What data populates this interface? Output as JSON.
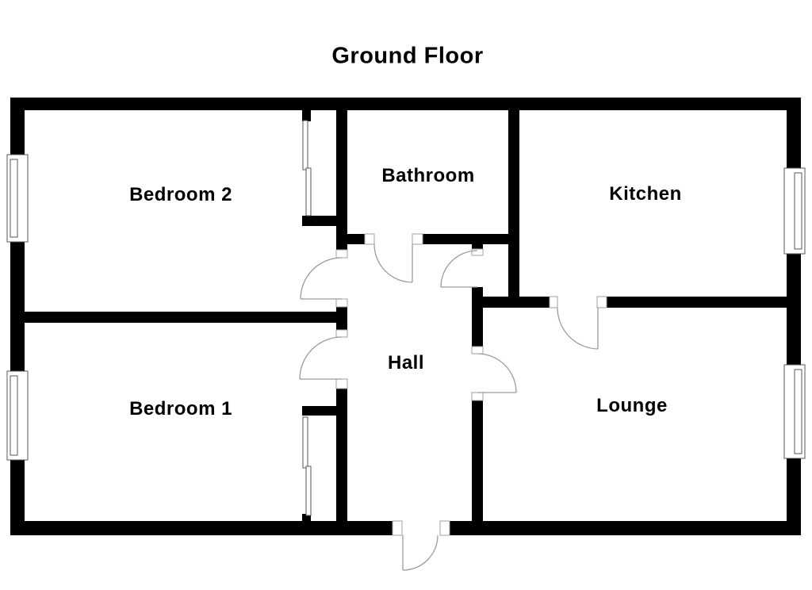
{
  "title": "Ground Floor",
  "rooms": [
    {
      "label": "Bedroom 2"
    },
    {
      "label": "Bathroom"
    },
    {
      "label": "Kitchen"
    },
    {
      "label": "Bedroom 1"
    },
    {
      "label": "Hall"
    },
    {
      "label": "Lounge"
    }
  ],
  "colors": {
    "wall": "#000000",
    "background": "#ffffff",
    "door_swing_line": "#9b9b9b"
  }
}
